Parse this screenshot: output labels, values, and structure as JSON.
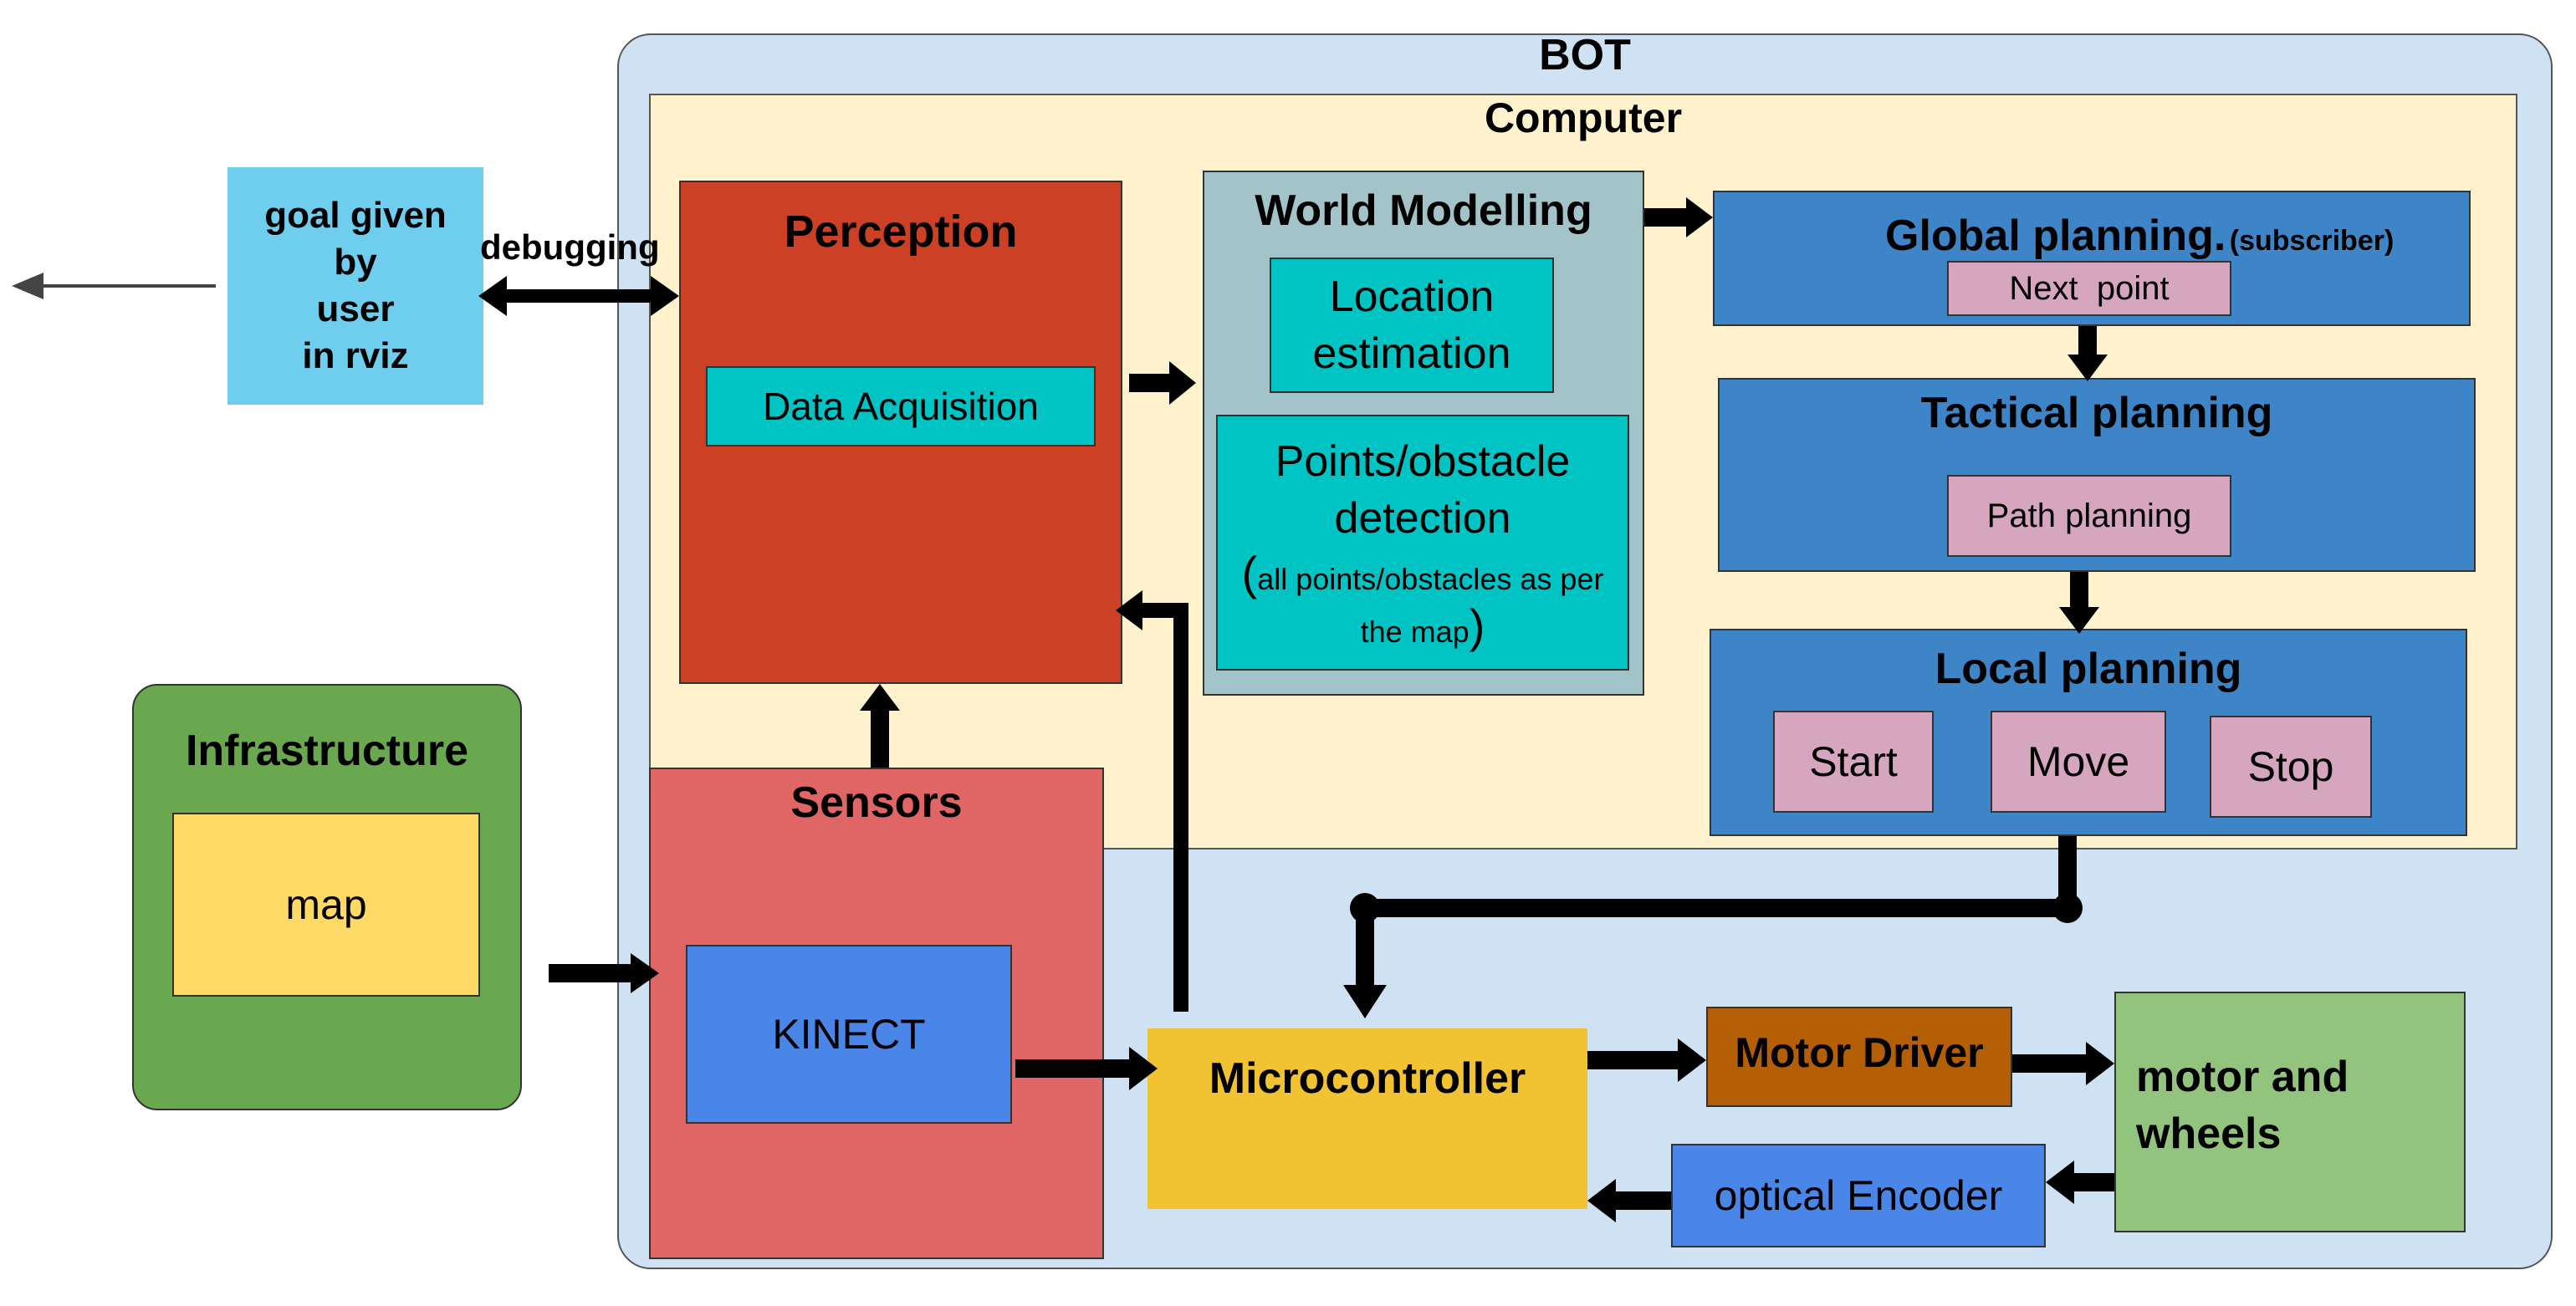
{
  "bot": {
    "title": "BOT"
  },
  "computer": {
    "title": "Computer"
  },
  "goal": {
    "lines": [
      "goal given",
      "by",
      "user",
      "in rviz"
    ]
  },
  "debugging": {
    "label": "debugging"
  },
  "perception": {
    "title": "Perception",
    "data_acquisition": "Data Acquisition"
  },
  "world_modelling": {
    "title": "World Modelling",
    "location": [
      "Location",
      "estimation"
    ],
    "points_title": [
      "Points/obstacle",
      "detection"
    ],
    "points_note": [
      "all points/obstacles as per",
      "the map"
    ]
  },
  "global_planning": {
    "title": "Global planning.",
    "subtitle": "(subscriber)",
    "next_point": "Next  point"
  },
  "tactical_planning": {
    "title": "Tactical planning",
    "path_planning": "Path planning"
  },
  "local_planning": {
    "title": "Local planning",
    "start": "Start",
    "move": "Move",
    "stop": "Stop"
  },
  "infrastructure": {
    "title": "Infrastructure",
    "map": "map"
  },
  "sensors": {
    "title": "Sensors",
    "kinect": "KINECT"
  },
  "microcontroller": {
    "label": "Microcontroller"
  },
  "motor_driver": {
    "label": "Motor Driver"
  },
  "motor_wheels": {
    "lines": [
      "motor and",
      "wheels"
    ]
  },
  "optical_encoder": {
    "label": "optical Encoder"
  },
  "colors": {
    "bot_bg": "#cfe2f3",
    "computer_bg": "#fff2cc",
    "goal_bg": "#6fcdee",
    "perception_bg": "#cc4125",
    "teal": "#00c4c4",
    "world_bg": "#a2c4c9",
    "planning_blue": "#3d85c6",
    "pink": "#d5a6bd",
    "infra_green": "#6aa84f",
    "map_yellow": "#ffd966",
    "sensors_red": "#e06666",
    "kinect_blue": "#4a86e8",
    "micro_yellow": "#f1c232",
    "motor_driver_brown": "#b45f06",
    "wheels_green": "#93c47d"
  }
}
